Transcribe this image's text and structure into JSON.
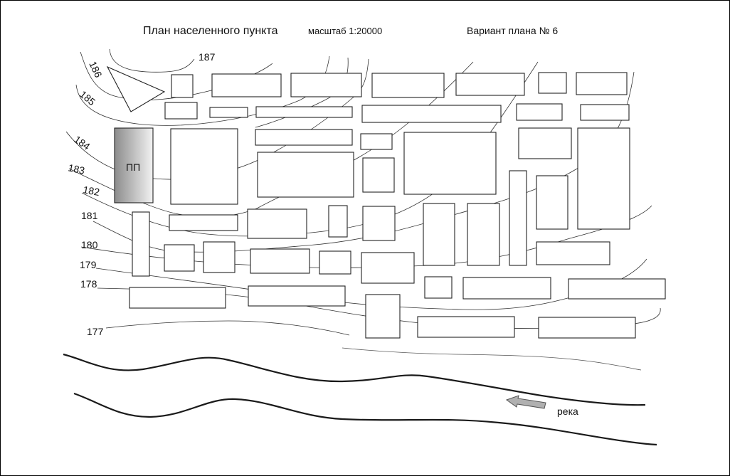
{
  "header": {
    "title": "План населенного пункта",
    "scale": "масштаб 1:20000",
    "variant": "Вариант плана № 6"
  },
  "map": {
    "pp_label": "ПП",
    "river_label": "река",
    "contour_labels": [
      "187",
      "186",
      "185",
      "184",
      "183",
      "182",
      "181",
      "180",
      "179",
      "178",
      "177"
    ],
    "colors": {
      "pp_fill_dark": "#8c8c8c",
      "pp_fill_light": "#f2f2f2",
      "arrow_fill": "#b0b0b0"
    }
  }
}
